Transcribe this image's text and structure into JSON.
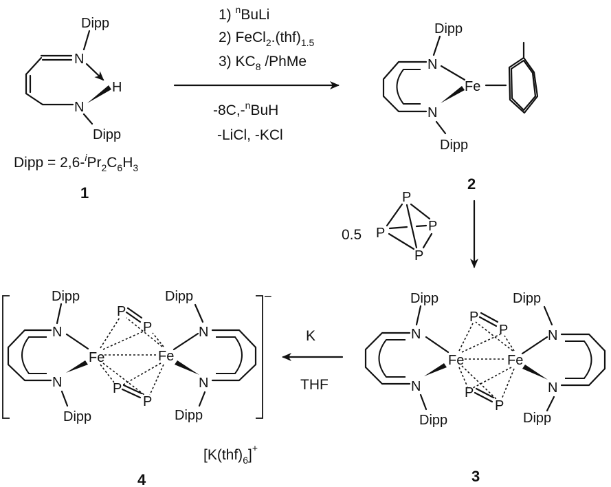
{
  "compound1": {
    "label": "1",
    "dipp_top": "Dipp",
    "dipp_bottom": "Dipp",
    "h": "H",
    "n": "N",
    "definition": "Dipp = 2,6-",
    "iPr_sup": "i",
    "iPr_text": "Pr",
    "sub2": "2",
    "c_text": "C",
    "sub6": "6",
    "h_text": "H",
    "sub3": "3"
  },
  "compound2": {
    "label": "2",
    "dipp": "Dipp",
    "n": "N",
    "fe": "Fe"
  },
  "compound3": {
    "label": "3",
    "dipp": "Dipp",
    "n": "N",
    "fe": "Fe",
    "p": "P"
  },
  "compound4": {
    "label": "4",
    "dipp": "Dipp",
    "n": "N",
    "fe": "Fe",
    "p": "P",
    "charge": "−",
    "counterion": "[K(thf)",
    "counterion_sub": "6",
    "counterion_close": "]",
    "counterion_charge": "+"
  },
  "step1": {
    "r1_prefix": "1) ",
    "r1_sup": "n",
    "r1_main": "BuLi",
    "r2_main": "2) FeCl",
    "r2_sub1": "2",
    "r2_mid": ".(thf)",
    "r2_sub2": "1.5",
    "r3_main": "3) KC",
    "r3_sub": "8",
    "r3_tail": " /PhMe",
    "b1_main": "-8C,-",
    "b1_sup": "n",
    "b1_tail": "BuH",
    "b2": "-LiCl, -KCl"
  },
  "step2": {
    "coefficient": "0.5",
    "p": "P"
  },
  "step3": {
    "reagent": "K",
    "solvent": "THF"
  }
}
